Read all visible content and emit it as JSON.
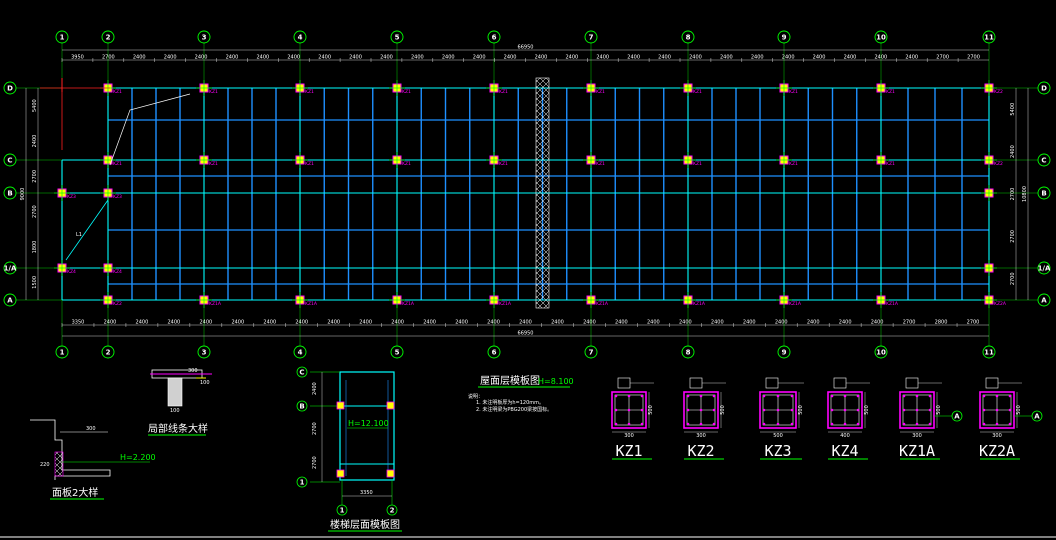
{
  "colors": {
    "background": "#000000",
    "frame": "#00ffff",
    "beam": "#1e90ff",
    "axis_circle": "#00ff00",
    "column": "#ff00ff",
    "column_fill": "#ffff00",
    "red_marker": "#ff2020",
    "text": "#ffffff"
  },
  "plan": {
    "axes_x": [
      "1",
      "2",
      "3",
      "4",
      "5",
      "6",
      "7",
      "8",
      "9",
      "10",
      "11"
    ],
    "axes_y": [
      "D",
      "C",
      "B",
      "1/A",
      "A"
    ],
    "total_length": "66950",
    "top_dims": [
      "3950",
      "2700",
      "2400",
      "2400",
      "2400",
      "2400",
      "2400",
      "2400",
      "2400",
      "2400",
      "2400",
      "2400",
      "2400",
      "2400",
      "2400",
      "2400",
      "2400",
      "2400",
      "2400",
      "2400",
      "2400",
      "2400",
      "2400",
      "2400",
      "2400",
      "2400",
      "2400",
      "2400",
      "2700",
      "2700"
    ],
    "bottom_dims": [
      "3350",
      "2400",
      "2400",
      "2400",
      "2400",
      "2400",
      "2400",
      "2400",
      "2400",
      "2400",
      "2400",
      "2400",
      "2400",
      "2400",
      "2400",
      "2400",
      "2400",
      "2400",
      "2400",
      "2400",
      "2400",
      "2400",
      "2400",
      "2400",
      "2400",
      "2400",
      "2700",
      "2800",
      "2700"
    ],
    "left_dims": [
      "5400",
      "2400",
      "2700",
      "2700",
      "1800",
      "1500"
    ],
    "left_total": "9000",
    "right_dims": [
      "5400",
      "2400",
      "2700",
      "2700",
      "2700"
    ],
    "right_total": "10800",
    "dim_L": "L1",
    "col_tags_top": [
      "KZ1",
      "KZ1",
      "KZ1",
      "KZ1",
      "KZ1",
      "KZ1",
      "KZ1",
      "KZ1",
      "KZ1",
      "KZ2"
    ],
    "col_tags_bottom": [
      "KZ2",
      "KZ1A",
      "KZ1A",
      "KZ1A",
      "KZ1A",
      "KZ1A",
      "KZ1A",
      "KZ1A",
      "KZ1A",
      "KZ2A"
    ]
  },
  "detail_eave": {
    "title": "局部线条大样",
    "dims": [
      "300",
      "100",
      "100"
    ]
  },
  "detail_parapet": {
    "title": "面板2大样",
    "elevation": "H=2.200",
    "dims": [
      "300",
      "220"
    ]
  },
  "stair": {
    "title": "楼梯层面模板图",
    "axes_y": [
      "C",
      "B",
      "1"
    ],
    "axes_x": [
      "1",
      "2"
    ],
    "elevation": "H=12.100",
    "dim_bottom": "3350",
    "dims_left": [
      "2400",
      "2700",
      "2700"
    ]
  },
  "roof_note": {
    "title": "屋面层模板图",
    "elevation": "H=8.100",
    "label": "说明：",
    "lines": [
      "1. 未注明板厚为h=120mm。",
      "2. 未注明梁为PBG200梁按国标。"
    ]
  },
  "columns": [
    {
      "name": "KZ1",
      "w": "300",
      "h": "500"
    },
    {
      "name": "KZ2",
      "w": "300",
      "h": "500"
    },
    {
      "name": "KZ3",
      "w": "500",
      "h": "500"
    },
    {
      "name": "KZ4",
      "w": "400",
      "h": "500"
    },
    {
      "name": "KZ1A",
      "w": "300",
      "h": "500",
      "axis": "A"
    },
    {
      "name": "KZ2A",
      "w": "300",
      "h": "500",
      "axis": "A"
    }
  ]
}
